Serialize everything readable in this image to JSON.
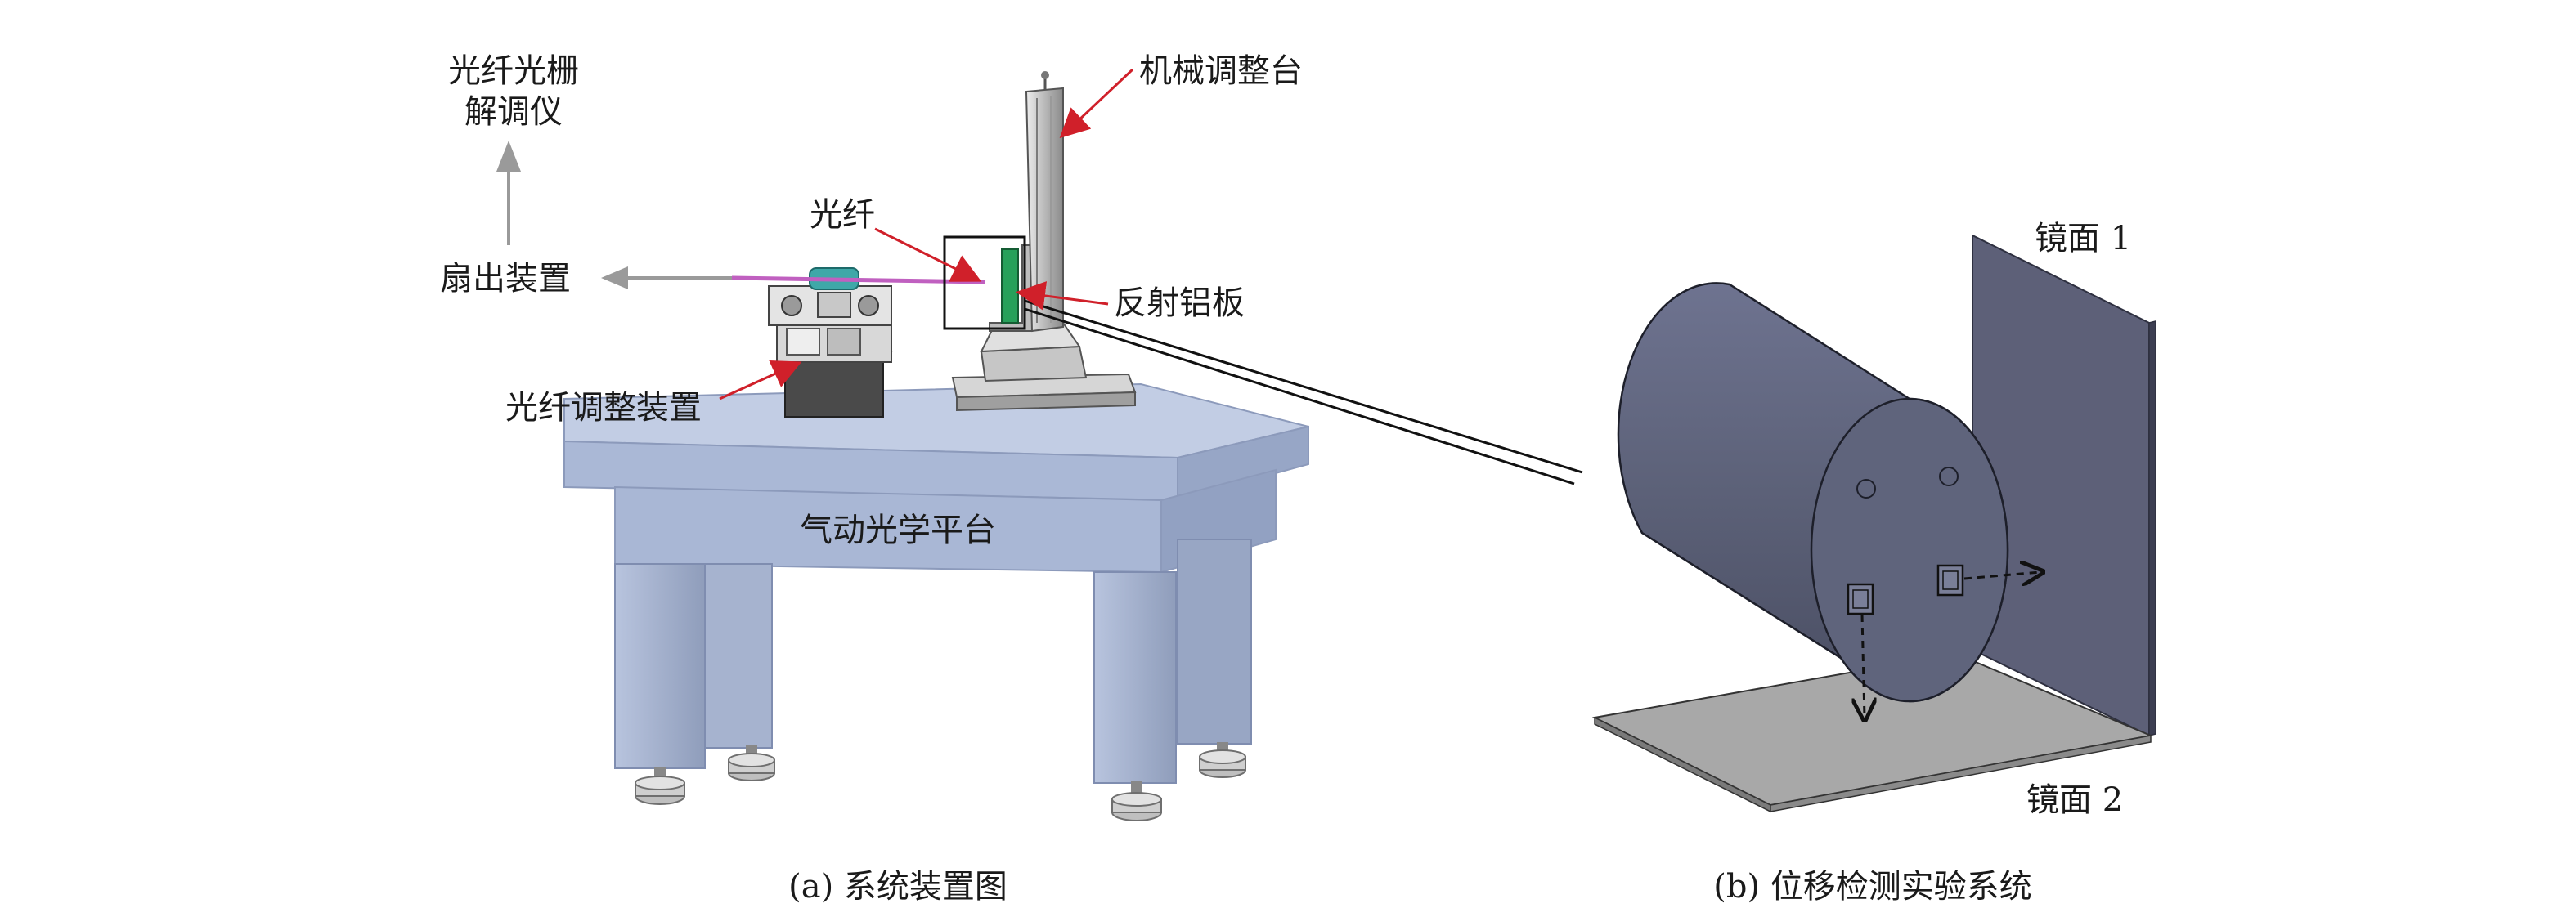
{
  "panel_a": {
    "caption": "(a) 系统装置图",
    "labels": {
      "demodulator_line1": "光纤光栅",
      "demodulator_line2": "解调仪",
      "fan_out": "扇出装置",
      "fiber": "光纤",
      "mech_stage": "机械调整台",
      "reflector": "反射铝板",
      "fiber_adjust": "光纤调整装置",
      "optical_table": "气动光学平台"
    }
  },
  "panel_b": {
    "caption": "(b) 位移检测实验系统",
    "labels": {
      "mirror1": "镜面 1",
      "mirror2": "镜面 2"
    }
  },
  "colors": {
    "table_top": "#aebcd8",
    "table_legs": "#9aa9c6",
    "cylinder": "#5c6178",
    "mirror": "#5d6078",
    "floor_plate": "#a8a8a8",
    "leader_arrow": "#d0202a",
    "reflector_plate": "#27a05a",
    "fiber_line": "#c060c0",
    "gray_arrow": "#9a9a9a"
  }
}
